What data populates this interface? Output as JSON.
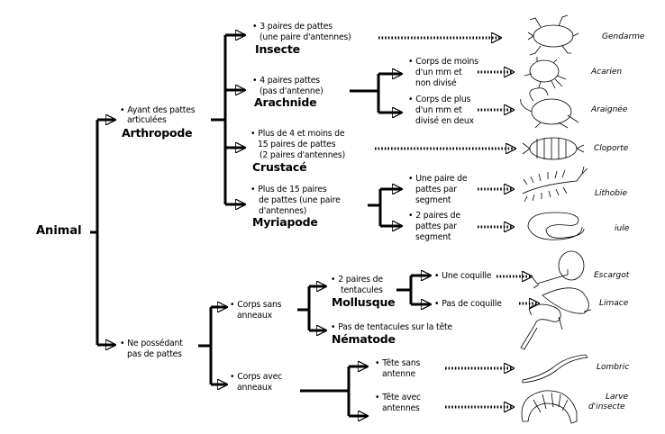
{
  "root": "Animal",
  "branches": {
    "arthropode": {
      "criterion": [
        "Ayant des pattes",
        "articulées"
      ],
      "group": "Arthropode",
      "children": {
        "insecte": {
          "criterion": [
            "3 paires de pattes",
            "(une paire d'antennes)"
          ],
          "group": "Insecte",
          "species": "Gendarme"
        },
        "arachnide": {
          "criterion": [
            "4 paires pattes",
            "(pas d'antenne)"
          ],
          "group": "Arachnide",
          "children": [
            {
              "criterion": [
                "Corps de moins",
                "d'un mm et",
                "non divisé"
              ],
              "species": "Acarien"
            },
            {
              "criterion": [
                "Corps de plus",
                "d'un mm et",
                "divisé en deux"
              ],
              "species": "Araignée"
            }
          ]
        },
        "crustace": {
          "criterion": [
            "Plus de 4 et moins de",
            "15 paires de pattes",
            "(2 paires d'antennes)"
          ],
          "group": "Crustacé",
          "species": "Cloporte"
        },
        "myriapode": {
          "criterion": [
            "Plus de 15 paires",
            "de pattes (une paire",
            "d'antennes)"
          ],
          "group": "Myriapode",
          "children": [
            {
              "criterion": [
                "Une paire de",
                "pattes par",
                "segment"
              ],
              "species": "Lithobie"
            },
            {
              "criterion": [
                "2 paires de",
                "pattes par",
                "segment"
              ],
              "species": "iule"
            }
          ]
        }
      }
    },
    "sans_pattes": {
      "criterion": [
        "Ne possédant",
        "pas de pattes"
      ],
      "children": {
        "sans_anneaux": {
          "criterion": [
            "Corps sans",
            "anneaux"
          ],
          "children": {
            "mollusque": {
              "criterion": [
                "2 paires de",
                "tentacules"
              ],
              "group": "Mollusque",
              "children": [
                {
                  "criterion": [
                    "Une coquille"
                  ],
                  "species": "Escargot"
                },
                {
                  "criterion": [
                    "Pas de coquille"
                  ],
                  "species": "Limace"
                }
              ]
            },
            "nematode": {
              "criterion": [
                "Pas de tentacules sur la tête"
              ],
              "group": "Nématode"
            }
          }
        },
        "avec_anneaux": {
          "criterion": [
            "Corps avec",
            "anneaux"
          ],
          "children": [
            {
              "criterion": [
                "Tête sans",
                "antenne"
              ],
              "species": "Lombric"
            },
            {
              "criterion": [
                "Tête avec",
                "antennes"
              ],
              "species": [
                "Larve",
                "d'insecte"
              ]
            }
          ]
        }
      }
    }
  }
}
